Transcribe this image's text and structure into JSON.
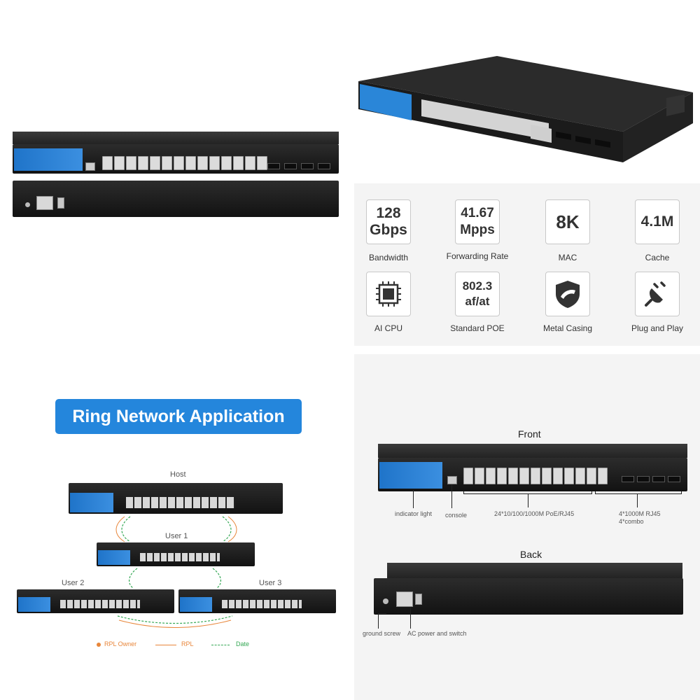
{
  "features": [
    {
      "value": "128\nGbps",
      "label": "Bandwidth",
      "icon": "bandwidth-value"
    },
    {
      "value": "41.67\nMpps",
      "label": "Forwarding Rate",
      "icon": "forwarding-value"
    },
    {
      "value": "8K",
      "label": "MAC",
      "icon": "mac-value"
    },
    {
      "value": "4.1M",
      "label": "Cache",
      "icon": "cache-value"
    },
    {
      "value": "",
      "label": "AI CPU",
      "icon": "cpu-icon"
    },
    {
      "value": "802.3\naf/at",
      "label": "Standard POE",
      "icon": "poe-value"
    },
    {
      "value": "",
      "label": "Metal Casing",
      "icon": "shield-icon"
    },
    {
      "value": "",
      "label": "Plug and Play",
      "icon": "plug-icon"
    }
  ],
  "ring": {
    "title": "Ring Network Application",
    "host": "Host",
    "user1": "User 1",
    "user2": "User 2",
    "user3": "User 3",
    "legend": {
      "owner": "RPL Owner",
      "rpl": "RPL",
      "date": "Date"
    }
  },
  "diagram": {
    "front_title": "Front",
    "back_title": "Back",
    "indicator": "indicator light",
    "console": "console",
    "ports": "24*10/100/1000M PoE/RJ45",
    "combo_1": "4*1000M RJ45",
    "combo_2": "4*combo",
    "ground": "ground screw",
    "ac": "AC power and switch"
  },
  "colors": {
    "accent_blue": "#2a86d8",
    "switch_black": "#1b1b1b",
    "rpl_orange": "#e8863a",
    "date_green": "#35a855"
  }
}
